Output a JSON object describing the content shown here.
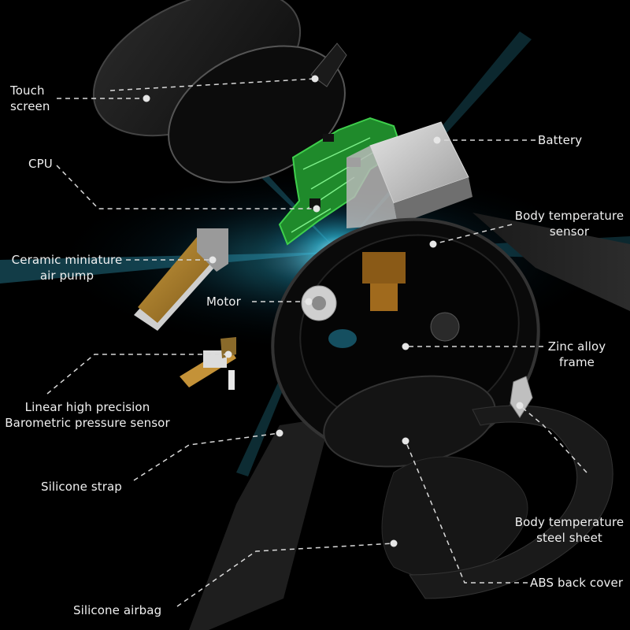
{
  "labels": {
    "touch_screen": [
      "Touch",
      "screen"
    ],
    "cpu": "CPU",
    "battery": "Battery",
    "body_temp_sensor": [
      "Body temperature",
      "sensor"
    ],
    "ceramic_pump": [
      "Ceramic miniature",
      "air pump"
    ],
    "motor": "Motor",
    "zinc_frame": [
      "Zinc alloy",
      "frame"
    ],
    "baro_sensor": [
      "Linear high precision",
      "Barometric pressure sensor"
    ],
    "silicone_strap": "Silicone strap",
    "body_temp_sheet": [
      "Body temperature",
      "steel sheet"
    ],
    "abs_cover": "ABS back cover",
    "silicone_airbag": "Silicone airbag"
  },
  "colors": {
    "background": "#000000",
    "glow": "#1fb3d6",
    "pcb_green": "#1f8a2b",
    "leader_line": "#d8d8d8",
    "label_text": "#f0f0f0"
  }
}
